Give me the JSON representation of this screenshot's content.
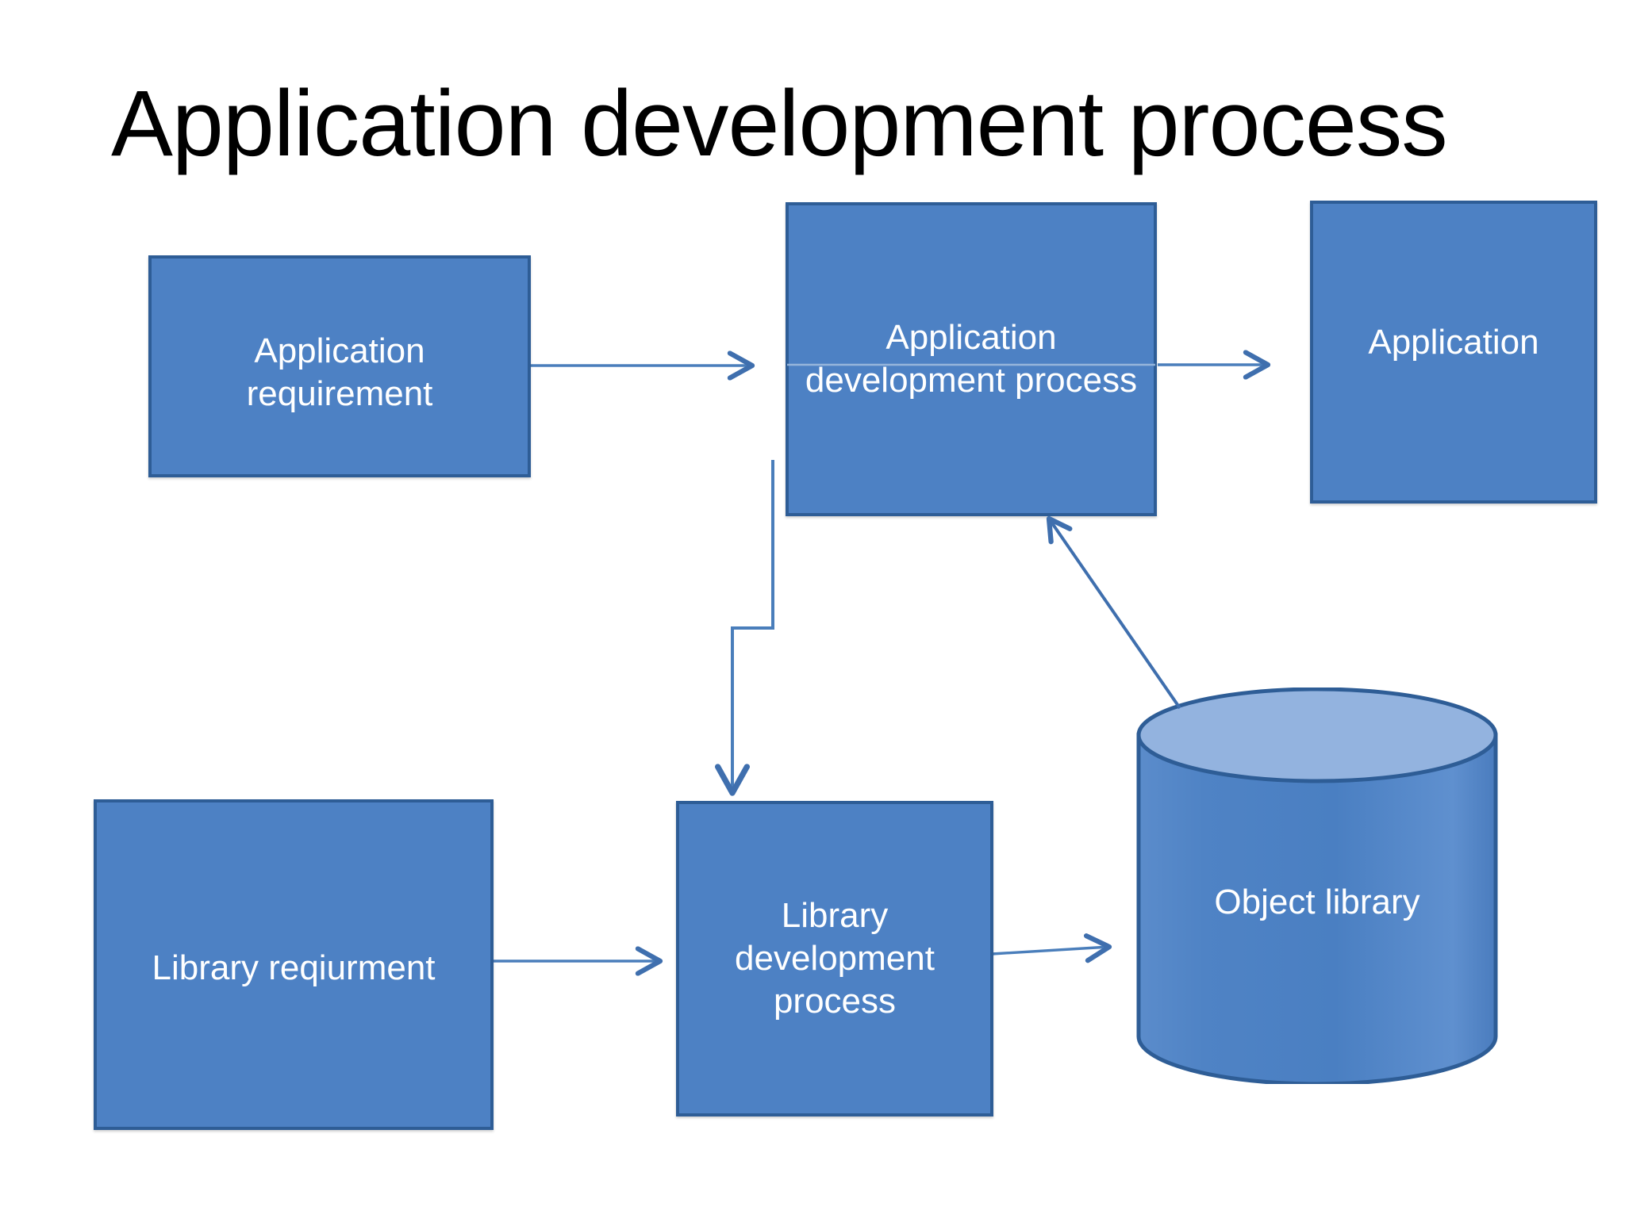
{
  "slide": {
    "title": "Application development process",
    "background": "#ffffff"
  },
  "palette": {
    "node_fill": "#4d81c4",
    "node_border": "#2e5d96",
    "node_text": "#ffffff",
    "cylinder_top_fill": "#93b3df",
    "cylinder_body_fill": "#4d81c4",
    "connector_stroke": "#4a7ebb",
    "title_text": "#000000"
  },
  "diagram": {
    "type": "flowchart",
    "nodes": [
      {
        "id": "app-requirement",
        "label": "Application requirement",
        "shape": "rectangle"
      },
      {
        "id": "app-process",
        "label": "Application development process",
        "shape": "rectangle"
      },
      {
        "id": "application",
        "label": "Application",
        "shape": "rectangle"
      },
      {
        "id": "lib-requirement",
        "label": "Library reqiurment",
        "shape": "rectangle"
      },
      {
        "id": "lib-process",
        "label": "Library development process",
        "shape": "rectangle"
      },
      {
        "id": "object-library",
        "label": "Object library",
        "shape": "cylinder"
      }
    ],
    "edges": [
      {
        "from": "app-requirement",
        "to": "app-process",
        "style": "straight-arrow",
        "direction": "right"
      },
      {
        "from": "app-process",
        "to": "application",
        "style": "straight-arrow",
        "direction": "right"
      },
      {
        "from": "app-process",
        "to": "lib-process",
        "style": "elbow-arrow",
        "direction": "down"
      },
      {
        "from": "lib-requirement",
        "to": "lib-process",
        "style": "straight-arrow",
        "direction": "right"
      },
      {
        "from": "lib-process",
        "to": "object-library",
        "style": "straight-arrow",
        "direction": "right"
      },
      {
        "from": "object-library",
        "to": "app-process",
        "style": "diagonal-arrow",
        "direction": "up-left"
      }
    ]
  }
}
